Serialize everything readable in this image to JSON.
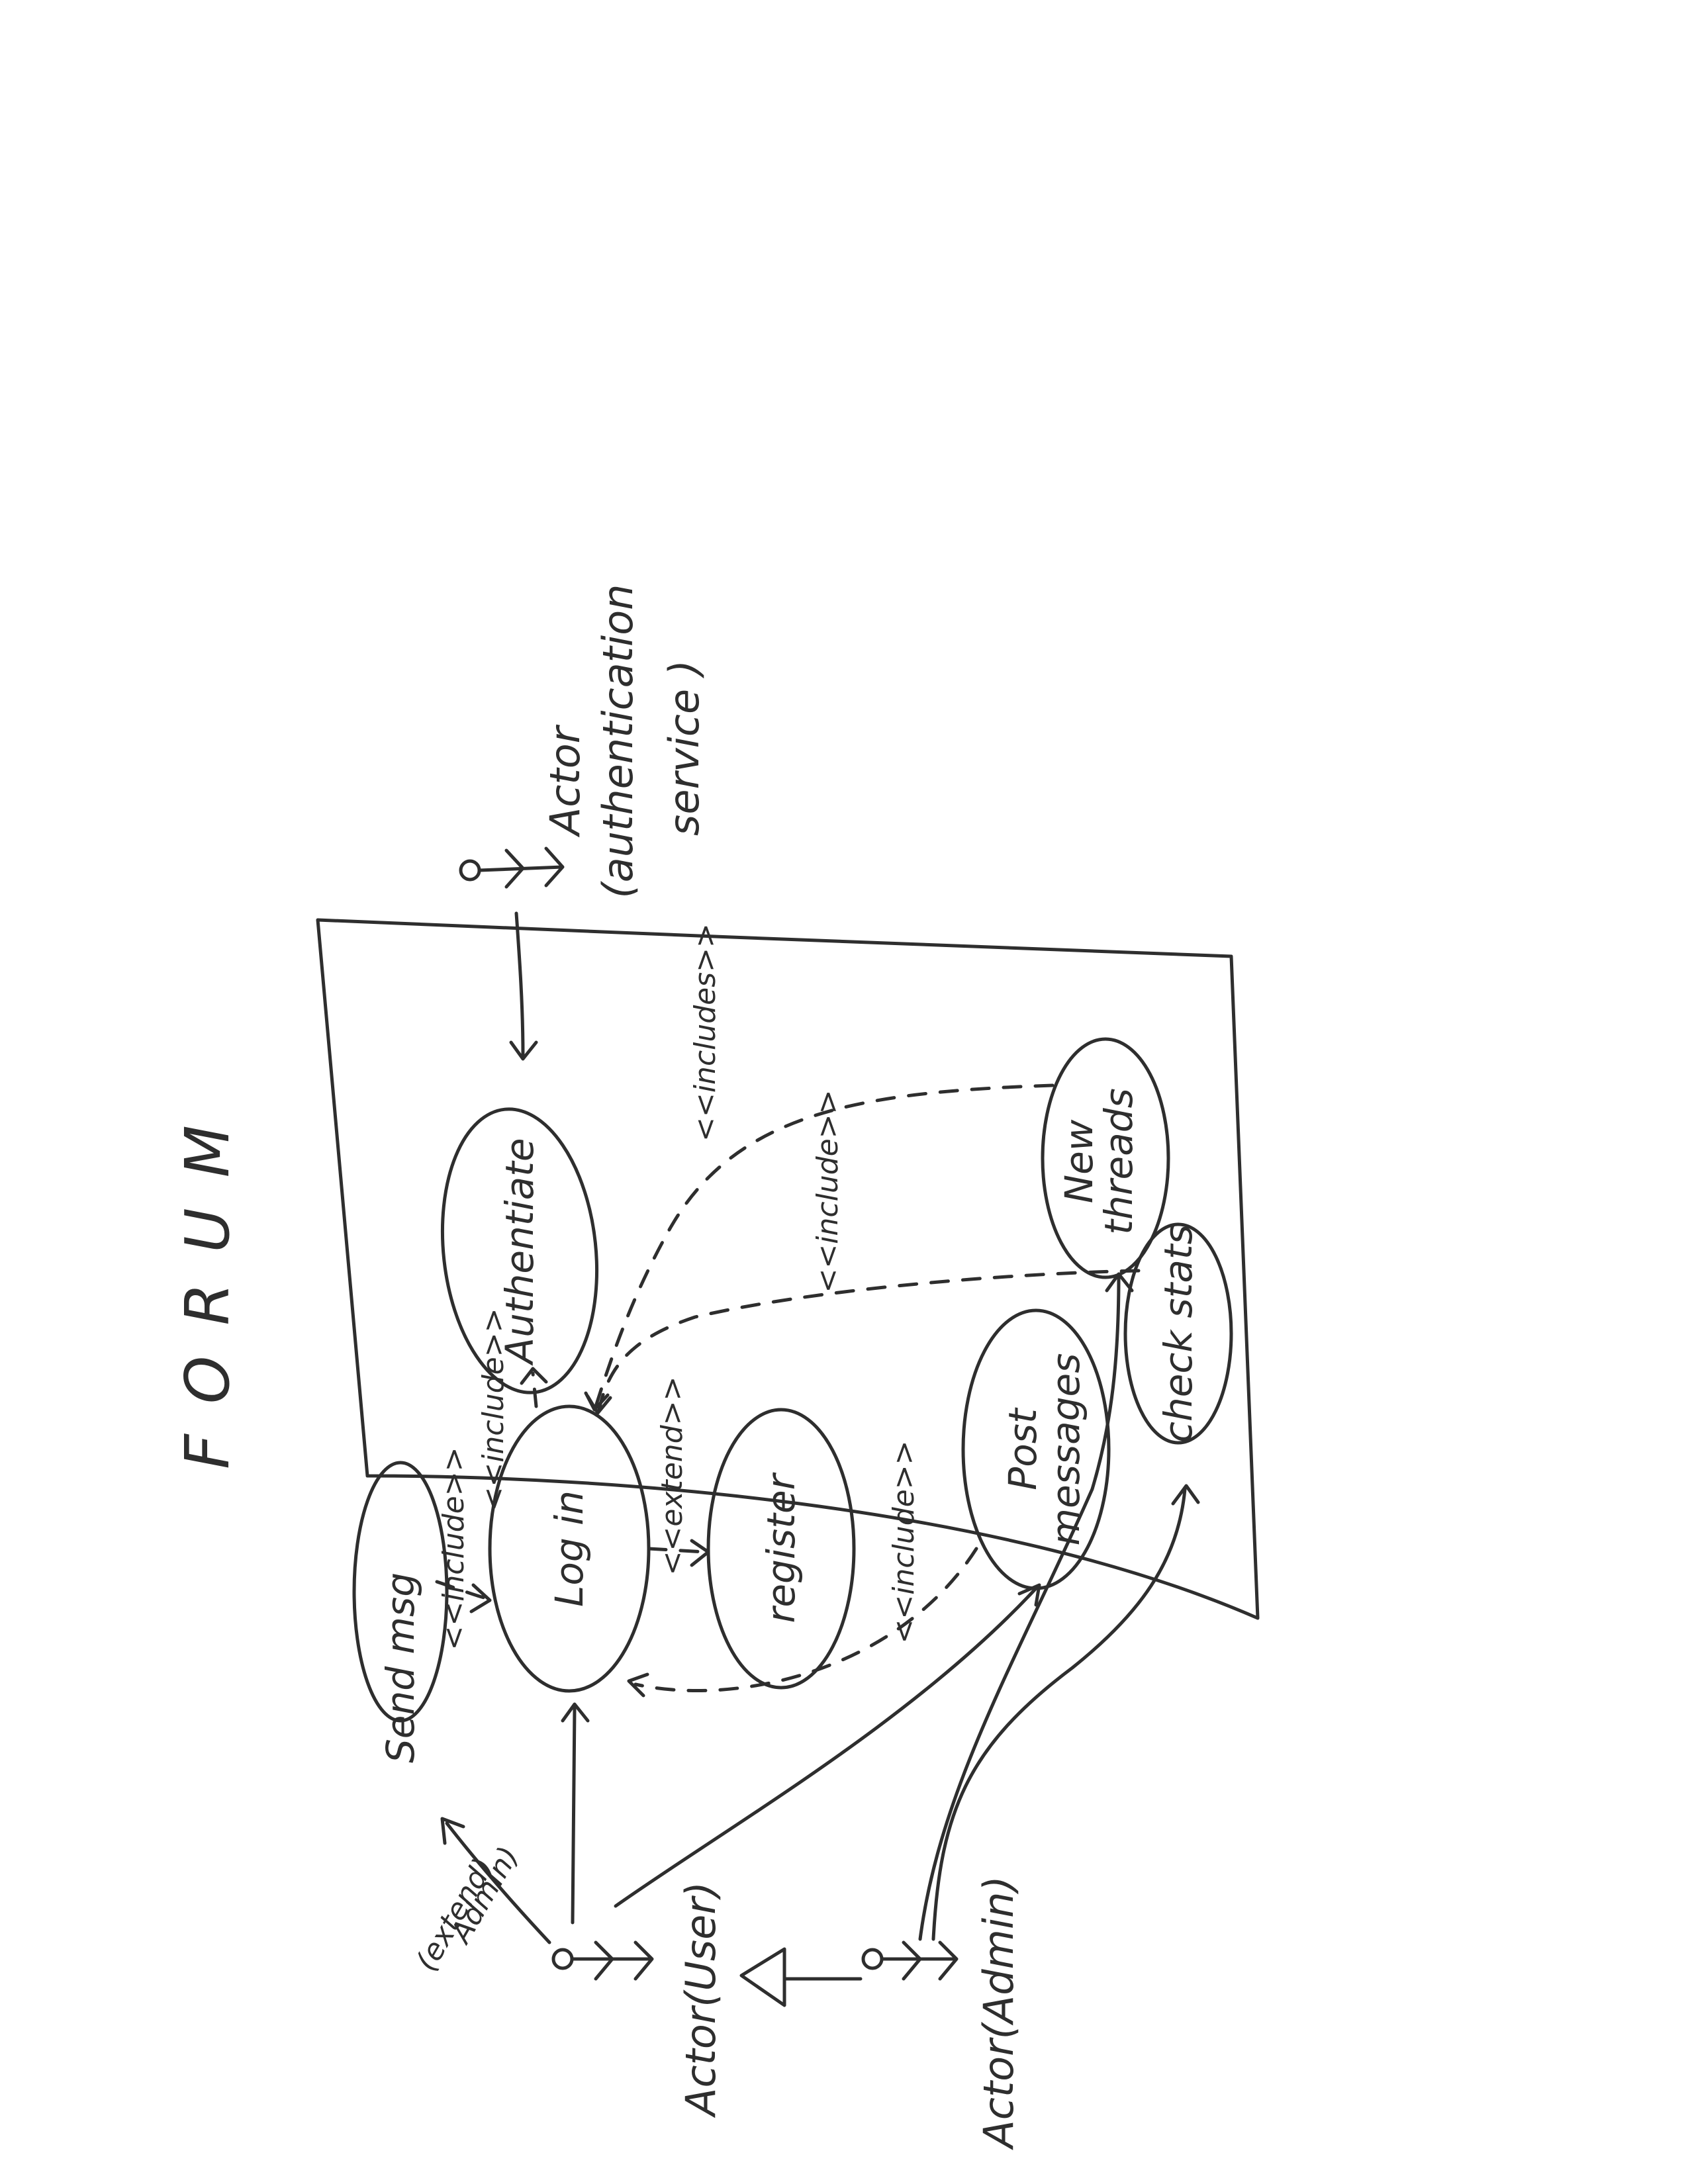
{
  "title": "FORUM",
  "actors": {
    "user": "Actor(User)",
    "admin": "Actor(Admin)",
    "auth_name": "Actor",
    "auth_detail_1": "(authentication",
    "auth_detail_2": "service )"
  },
  "use_cases": {
    "send_msg": "Send msg",
    "log_in": "Log in",
    "register": "register",
    "authenticate": "Authentiate",
    "post_messages_1": "Post",
    "post_messages_2": "messages",
    "new_threads_1": "New",
    "new_threads_2": "threads",
    "check_stats": "check stats"
  },
  "relations": {
    "send_includes_login": "<<include>>",
    "login_includes_auth": "<<include>>",
    "login_extend_register": "<<extend>>",
    "post_includes_login": "<<include>>",
    "threads_includes_login": "<<includes>>",
    "stats_includes_login": "<<include>>",
    "user_extend_send": "(extend)",
    "user_extend_send_2": "Admin)"
  }
}
